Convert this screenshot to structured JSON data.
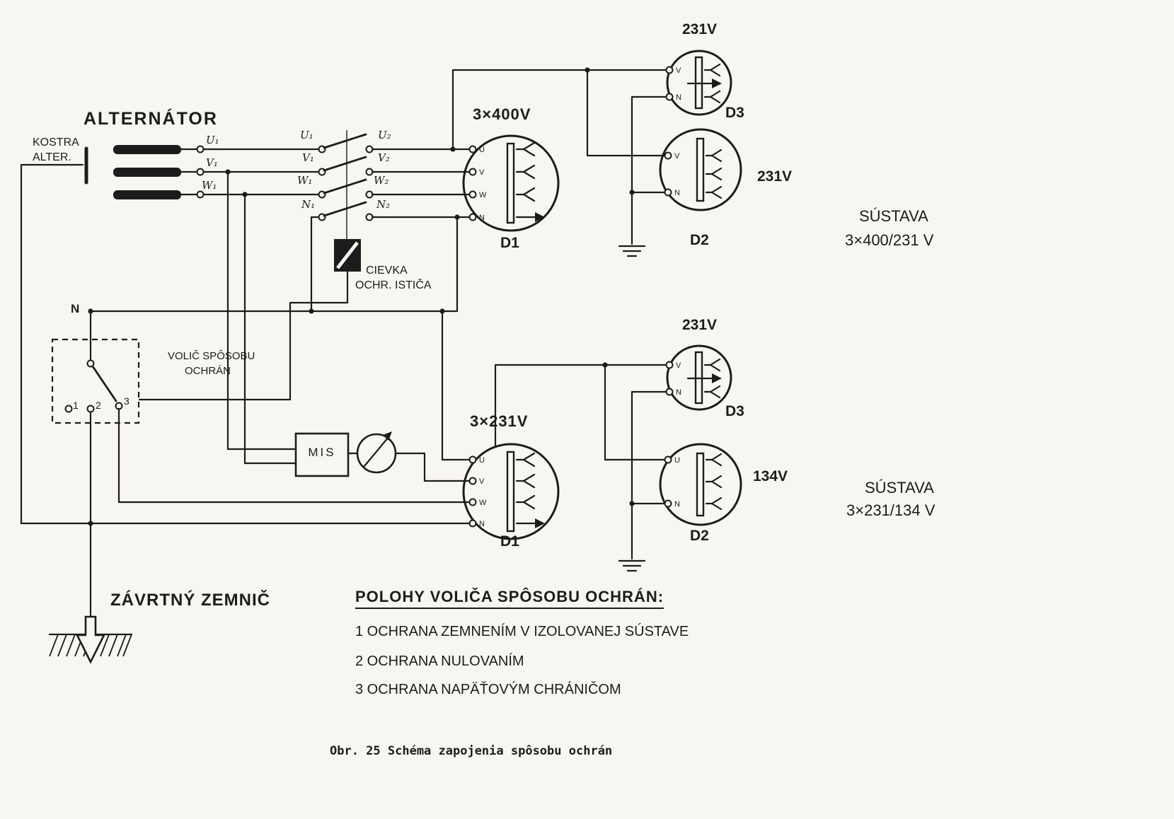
{
  "figure": {
    "caption": "Obr. 25  Schéma zapojenia spôsobu ochrán"
  },
  "labels": {
    "alternator": "ALTERNÁTOR",
    "kostra1": "KOSTRA",
    "kostra2": "ALTER.",
    "neutral": "N",
    "volic1": "VOLIČ SPÔSOBU",
    "volic2": "OCHRÁN",
    "mis": "MIS",
    "cievka1": "CIEVKA",
    "cievka2": "OCHR. ISTIČA",
    "zavrtny_zemnic": "ZÁVRTNÝ ZEMNIČ"
  },
  "selector_positions": [
    "1",
    "2",
    "3"
  ],
  "terminals": {
    "coil": [
      "U₁",
      "V₁",
      "W₁"
    ],
    "switch_left": [
      "U₁",
      "V₁",
      "W₁",
      "N₁"
    ],
    "switch_right": [
      "U₂",
      "V₂",
      "W₂",
      "N₂"
    ]
  },
  "sockets": {
    "top_d1": {
      "name": "D1",
      "voltage": "3×400V",
      "pins": [
        "U",
        "V",
        "W",
        "N"
      ]
    },
    "top_d3": {
      "name": "D3",
      "voltage": "231V",
      "pins": [
        "V",
        "N"
      ]
    },
    "top_d2": {
      "name": "D2",
      "voltage": "231V",
      "pins": [
        "V",
        "N"
      ]
    },
    "low_d3": {
      "name": "D3",
      "voltage": "231V",
      "pins": [
        "V",
        "N"
      ]
    },
    "low_d1": {
      "name": "D1",
      "voltage": "3×231V",
      "pins": [
        "U",
        "V",
        "W",
        "N"
      ]
    },
    "low_d2": {
      "name": "D2",
      "voltage": "134V",
      "pins": [
        "U",
        "N"
      ]
    }
  },
  "systems": {
    "top": {
      "line1": "SÚSTAVA",
      "line2": "3×400/231 V"
    },
    "bottom": {
      "line1": "SÚSTAVA",
      "line2": "3×231/134 V"
    }
  },
  "legend": {
    "title": "POLOHY VOLIČA SPÔSOBU OCHRÁN:",
    "items": [
      "1  OCHRANA ZEMNENÍM V IZOLOVANEJ SÚSTAVE",
      "2  OCHRANA NULOVANÍM",
      "3  OCHRANA NAPÄŤOVÝM CHRÁNIČOM"
    ]
  }
}
